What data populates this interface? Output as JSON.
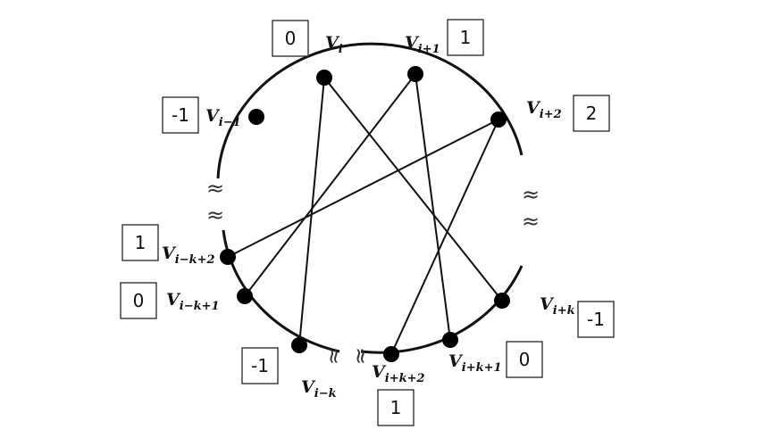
{
  "vertices": [
    {
      "id": "vi",
      "base": "V",
      "sub": "i",
      "value": "0"
    },
    {
      "id": "vi1",
      "base": "V",
      "sub": "i+1",
      "value": "1"
    },
    {
      "id": "vi2",
      "base": "V",
      "sub": "i+2",
      "value": "2"
    },
    {
      "id": "vik",
      "base": "V",
      "sub": "i+k",
      "value": "-1"
    },
    {
      "id": "vik1",
      "base": "V",
      "sub": "i+k+1",
      "value": "0"
    },
    {
      "id": "vik2",
      "base": "V",
      "sub": "i+k+2",
      "value": "1"
    },
    {
      "id": "vimk",
      "base": "V",
      "sub": "i−k",
      "value": "-1"
    },
    {
      "id": "vimk1",
      "base": "V",
      "sub": "i−k+1",
      "value": "0"
    },
    {
      "id": "vimk2",
      "base": "V",
      "sub": "i−k+2",
      "value": "1"
    },
    {
      "id": "vim1",
      "base": "V",
      "sub": "i−1",
      "value": "-1"
    }
  ],
  "edges": [
    [
      "vi",
      "vimk"
    ],
    [
      "vi",
      "vik"
    ],
    [
      "vi1",
      "vimk1"
    ],
    [
      "vi1",
      "vik1"
    ],
    [
      "vi2",
      "vimk2"
    ],
    [
      "vi2",
      "vik2"
    ]
  ],
  "gap_symbol": "≈",
  "colors": {
    "stroke": "#111111",
    "node": "#000000",
    "box_border": "#222222"
  }
}
